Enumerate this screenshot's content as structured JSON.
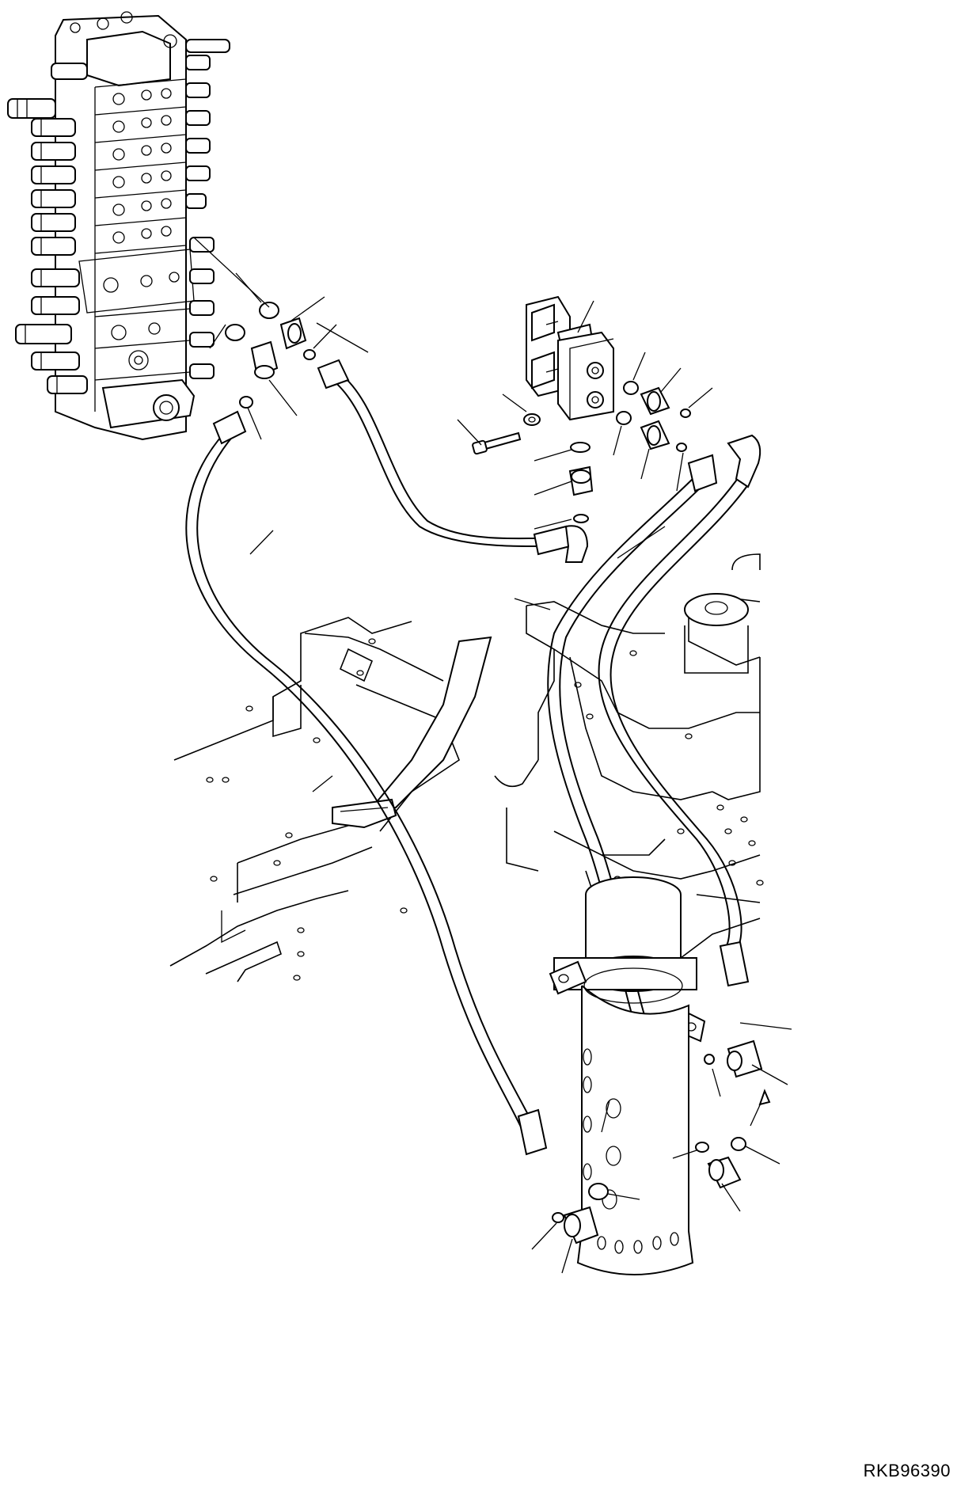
{
  "drawing": {
    "reference_code": "RKB96390",
    "components": [
      "control-valve",
      "solenoid-valve",
      "swivel-joint",
      "revolving-frame",
      "hose-clamp"
    ]
  }
}
